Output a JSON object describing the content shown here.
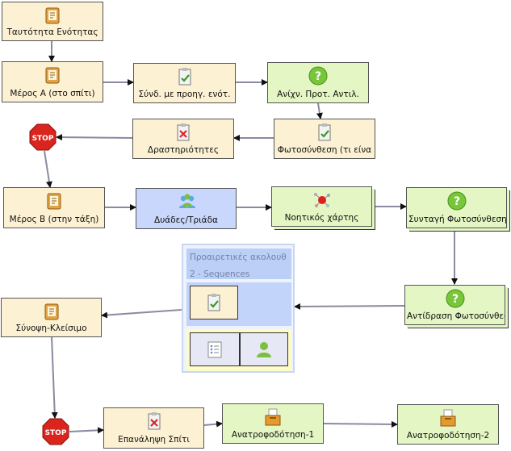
{
  "nodes": {
    "n1": "Ταυτότητα Ενότητας",
    "n2": "Μέρος Α (στο σπίτι)",
    "n3": "Σύνδ. με προηγ. ενότ.",
    "n4": "Ανίχν. Προτ. Αντιλ.",
    "n5": "Φωτοσύνθεση (τι είνα",
    "n6": "Δραστηριότητες",
    "n7": "Μέρος Β (στην τάξη)",
    "n8": "Δυάδες/Τριάδα",
    "n9": "Νοητικός χάρτης",
    "n10": "Συνταγή Φωτοσύνθεσης",
    "n11": "Αντίδραση Φωτοσύνθεσ",
    "n12": "Σύνοψη-Κλείσιμο",
    "n13": "Επανάληψη Σπίτι",
    "n14": "Ανατροφοδότηση-1",
    "n15": "Ανατροφοδότηση-2"
  },
  "stop_label": "STOP",
  "optional_group": {
    "title": "Προαιρετικές ακολουθ",
    "subtitle": "2 - Sequences"
  },
  "icons": {
    "n1": "notebook-icon",
    "n2": "notebook-icon",
    "n3": "clipboard-check-icon",
    "n4": "help-icon",
    "n5": "clipboard-check-icon",
    "n6": "clipboard-cross-icon",
    "n7": "notebook-icon",
    "n8": "group-icon",
    "n9": "mindmap-icon",
    "n10": "help-icon",
    "n11": "help-icon",
    "n12": "notebook-icon",
    "n13": "clipboard-cross-icon",
    "n14": "submit-box-icon",
    "n15": "submit-box-icon"
  },
  "colors": {
    "beige": "#fdf1d3",
    "green": "#e4f6c3",
    "blue": "#c8d7fb",
    "stop": "#d9251d",
    "wire": "#8a8aa0"
  }
}
